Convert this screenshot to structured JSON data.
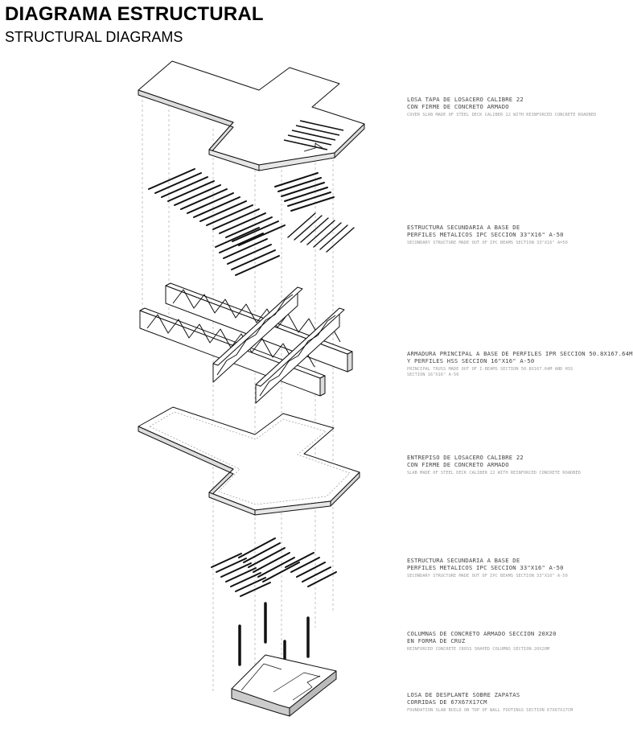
{
  "header": {
    "title": "DIAGRAMA ESTRUCTURAL",
    "subtitle": "STRUCTURAL DIAGRAMS"
  },
  "layers": [
    {
      "es": "LOSA TAPA DE LOSACERO CALIBRE 22\nCON FIRME DE CONCRETO ARMADO",
      "en": "COVER SLAB MADE OF STEEL DECK CALIBER 22 WITH REINFORCED CONCRETE ROADBED"
    },
    {
      "es": "ESTRUCTURA SECUNDARIA A BASE DE\nPERFILES METALICOS IPC SECCION 33\"X16\" A-50",
      "en": "SECONDARY STRUCTURE MADE OUT OF IPC BEAMS SECTION 33\"X16\" A=50"
    },
    {
      "es": "ARMADURA PRINCIPAL A BASE DE PERFILES IPR SECCION 50.8X167.64M\nY PERFILES HSS SECCION 16\"X16\" A-50",
      "en": "PRINCIPAL TRUSS MADE OUT OF I-BEAMS SECTION 50.8X167.64M AND HSS\nSECTION 16\"X16\" A-50"
    },
    {
      "es": "ENTREPISO DE LOSACERO CALIBRE 22\nCON FIRME DE CONCRETO ARMADO",
      "en": "SLAB MADE OF STEEL DECK CALIBER 22 WITH REINFORCED CONCRETE ROADBED"
    },
    {
      "es": "ESTRUCTURA SECUNDARIA A BASE DE\nPERFILES METALICOS IPC SECCION 33\"X16\" A-50",
      "en": "SECONDARY STRUCTURE MADE OUT OF IPC BEAMS SECTION 33\"X16\" A-50"
    },
    {
      "es": "COLUMNAS DE CONCRETO ARMADO SECCION 20X20\nEN FORMA DE CRUZ",
      "en": "REINFORCED CONCRETE CROSS SHAPED COLUMNS SECTION 20X20M"
    },
    {
      "es": "LOSA DE DESPLANTE SOBRE ZAPATAS\nCORRIDAS DE 67X67X17CM",
      "en": "FOUNDATION SLAB BUILD ON TOP OF WALL FOOTINGS SECTION 67X67X17CM"
    }
  ]
}
